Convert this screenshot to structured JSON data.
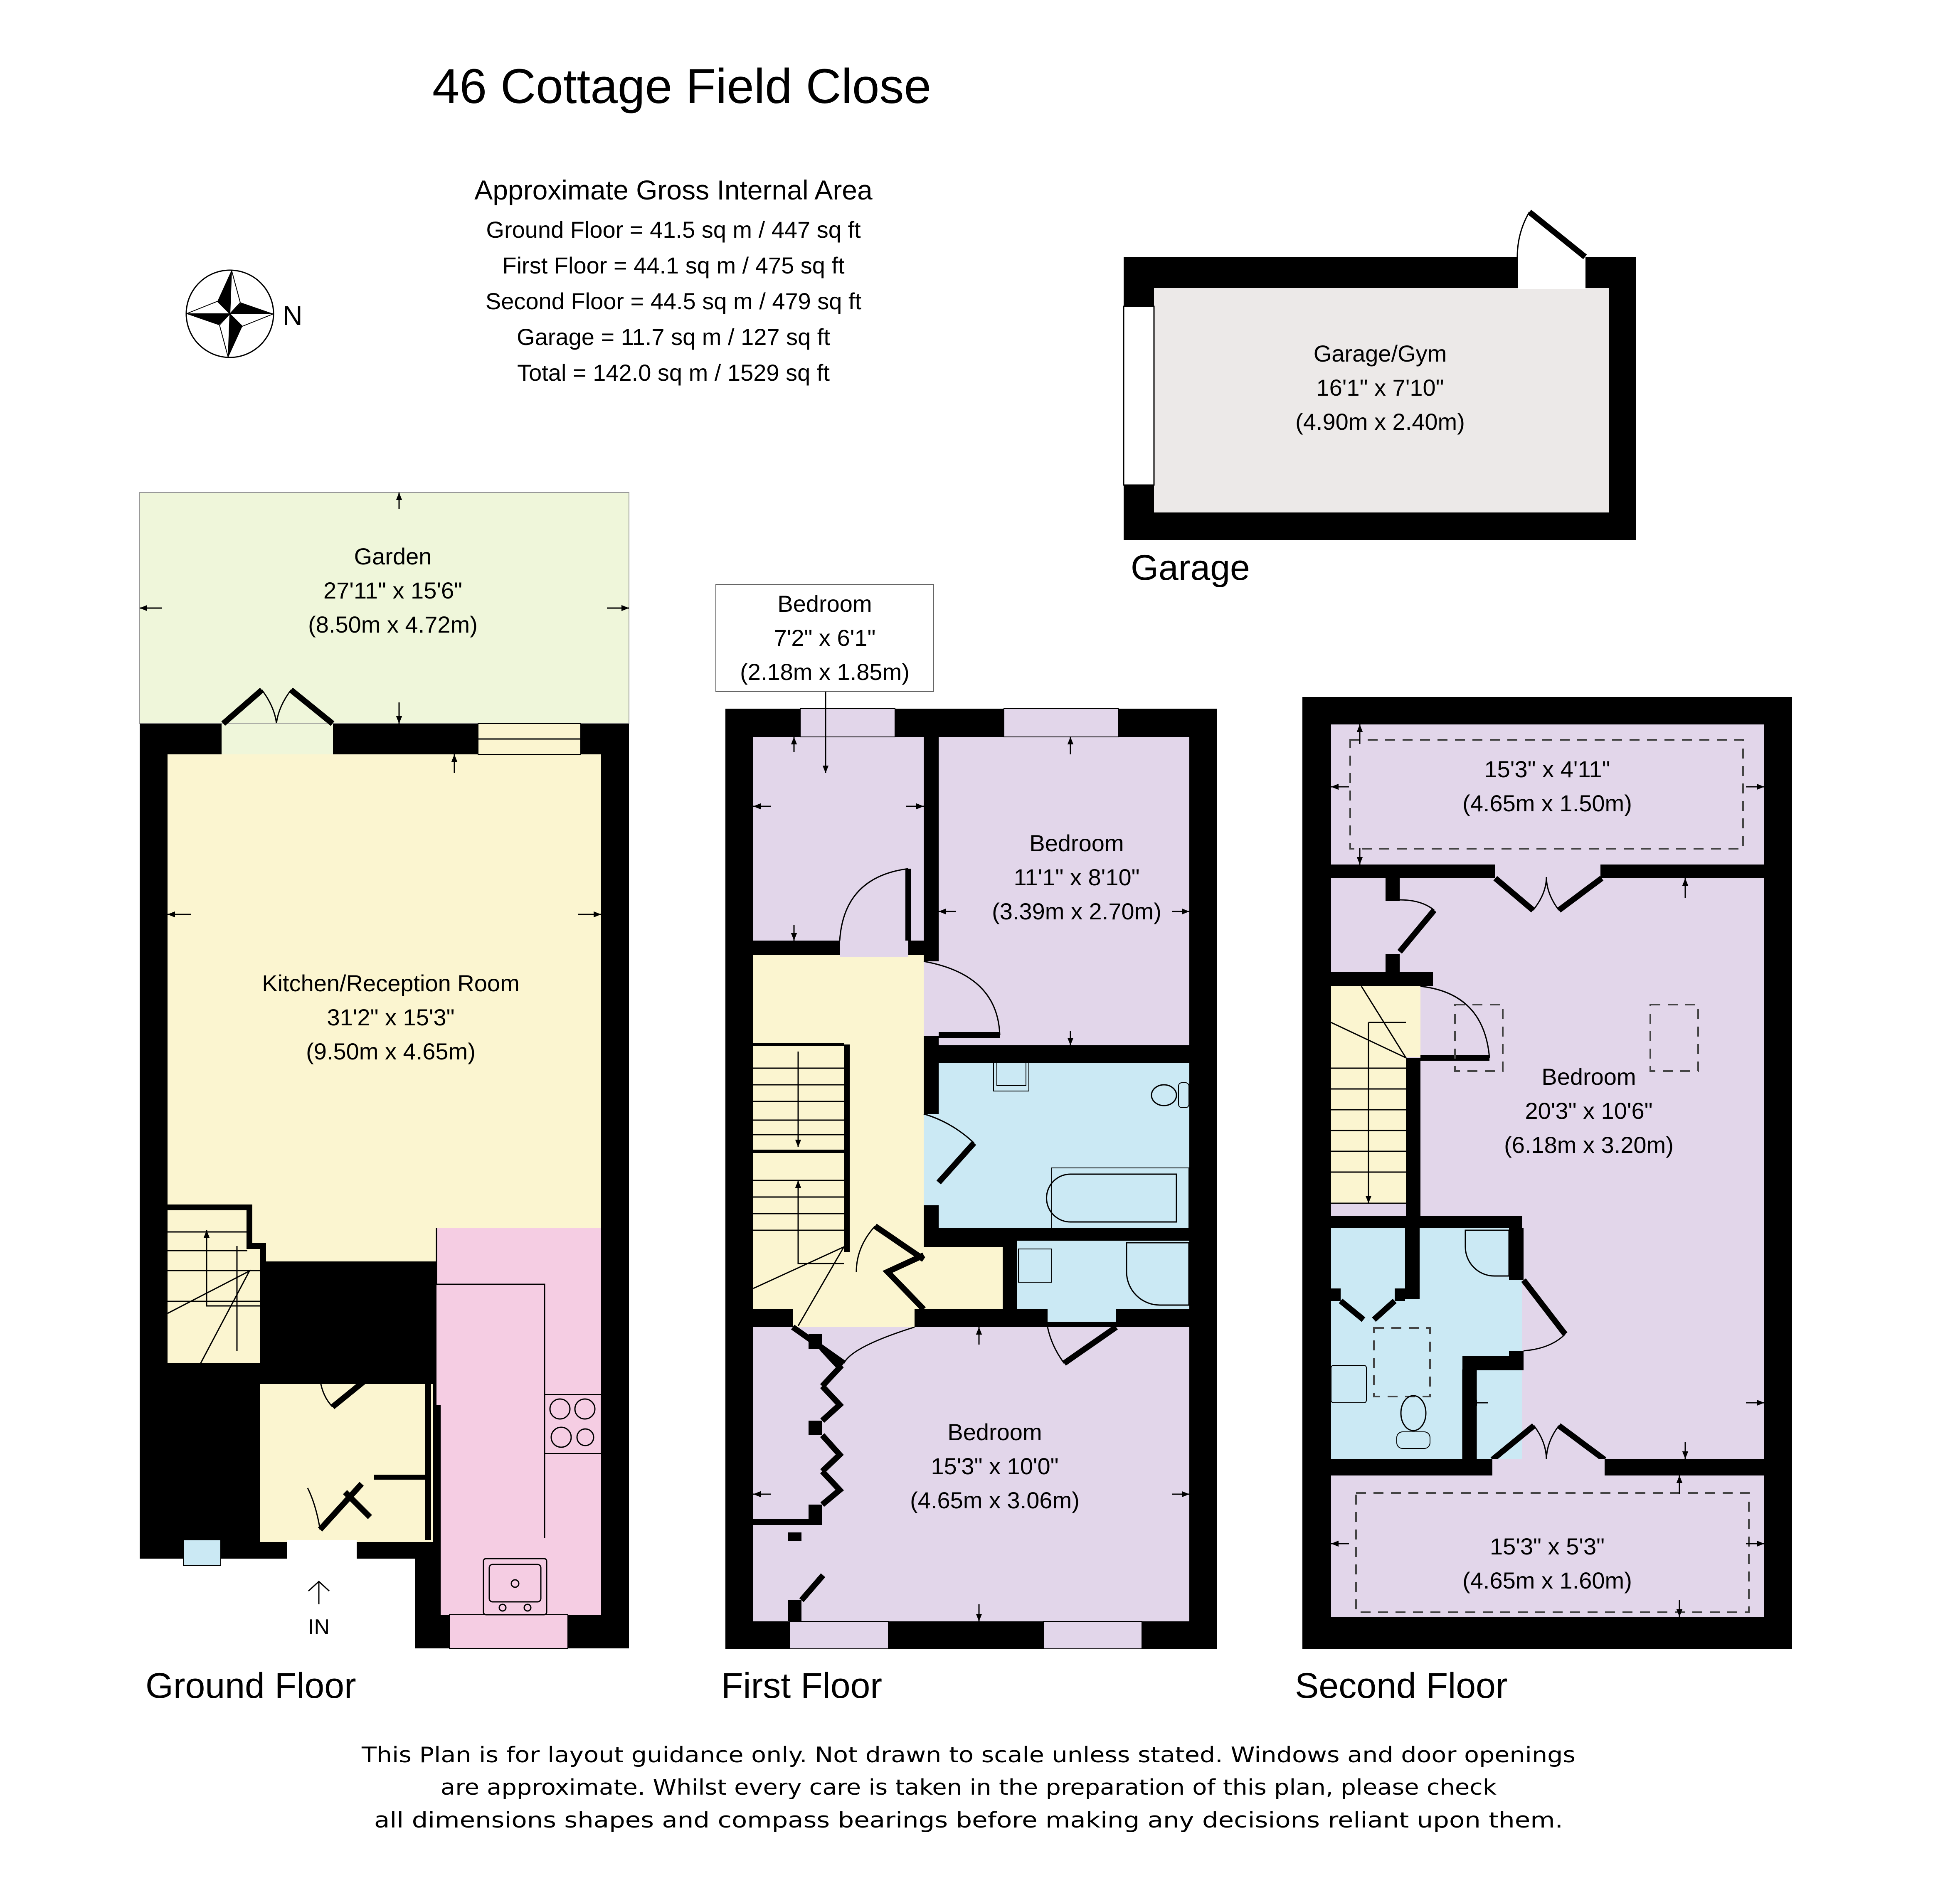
{
  "title": "46 Cottage Field Close",
  "area_summary": {
    "heading": "Approximate Gross Internal Area",
    "lines": [
      "Ground Floor = 41.5 sq m / 447 sq ft",
      "First Floor = 44.1 sq m / 475 sq ft",
      "Second Floor = 44.5 sq m / 479 sq ft",
      "Garage = 11.7 sq m / 127 sq ft",
      "Total = 142.0 sq m / 1529 sq ft"
    ]
  },
  "compass": {
    "icon": "compass-rose-icon",
    "label": "N"
  },
  "colors": {
    "wall": "#000000",
    "garden": "#eff6da",
    "kitchen_reception": "#fbf5d0",
    "kitchen_units": "#f5cde3",
    "bathroom": "#cbe9f4",
    "bedroom": "#e2d6ea",
    "garage": "#ece9e8"
  },
  "floors": {
    "ground": {
      "label": "Ground Floor",
      "rooms": [
        {
          "name": "Garden",
          "imperial": "27'11\" x 15'6\"",
          "metric": "(8.50m x 4.72m)"
        },
        {
          "name": "Kitchen/Reception Room",
          "imperial": "31'2\" x 15'3\"",
          "metric": "(9.50m x 4.65m)"
        }
      ],
      "entrance_label": "IN"
    },
    "first": {
      "label": "First Floor",
      "rooms": [
        {
          "name": "Bedroom",
          "imperial": "7'2\" x 6'1\"",
          "metric": "(2.18m x 1.85m)"
        },
        {
          "name": "Bedroom",
          "imperial": "11'1\" x 8'10\"",
          "metric": "(3.39m x 2.70m)"
        },
        {
          "name": "Bedroom",
          "imperial": "15'3\" x 10'0\"",
          "metric": "(4.65m x 3.06m)"
        }
      ]
    },
    "second": {
      "label": "Second Floor",
      "rooms": [
        {
          "name": "",
          "imperial": "15'3\" x 4'11\"",
          "metric": "(4.65m x 1.50m)"
        },
        {
          "name": "Bedroom",
          "imperial": "20'3\" x 10'6\"",
          "metric": "(6.18m x 3.20m)"
        },
        {
          "name": "",
          "imperial": "15'3\" x 5'3\"",
          "metric": "(4.65m x 1.60m)"
        }
      ]
    },
    "garage": {
      "label": "Garage",
      "rooms": [
        {
          "name": "Garage/Gym",
          "imperial": "16'1\" x 7'10\"",
          "metric": "(4.90m x 2.40m)"
        }
      ]
    }
  },
  "disclaimer": [
    "This Plan is for layout guidance only. Not drawn  to  scale  unless  stated. Windows and door openings",
    "are approximate. Whilst every care is taken in the preparation of this plan, please  check",
    "all  dimensions  shapes  and compass  bearings  before  making  any  decisions  reliant   upon  them."
  ]
}
